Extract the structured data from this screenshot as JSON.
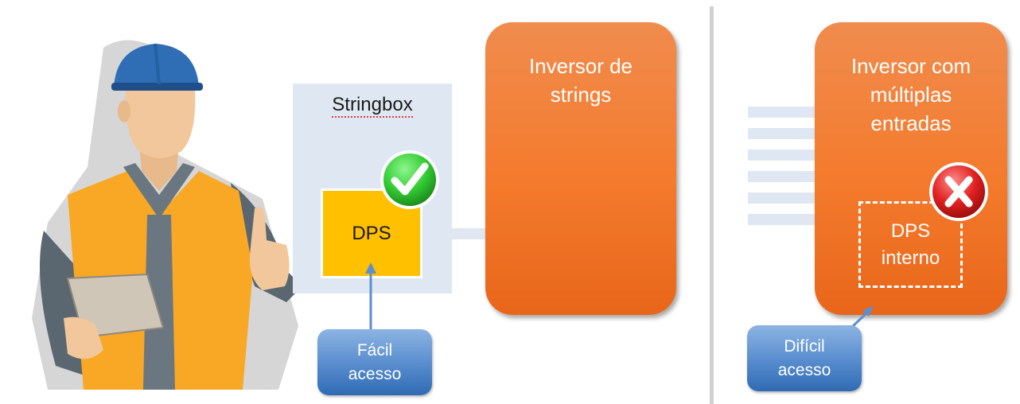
{
  "stringbox": {
    "title": "Stringbox",
    "dps_label": "DPS"
  },
  "inverter_strings": {
    "label": "Inversor de\nstrings"
  },
  "inverter_multi": {
    "label": "Inversor com\nmúltiplas\nentradas",
    "dps_label": "DPS\ninterno"
  },
  "callouts": {
    "easy": "Fácil\nacesso",
    "hard": "Difícil\nacesso"
  },
  "icons": {
    "ok": "check-icon",
    "fail": "cross-icon",
    "person": "worker-illustration"
  },
  "colors": {
    "orange": "#f47a2c",
    "dps_yellow": "#ffc000",
    "stringbox_bg": "#dfe8f2",
    "callout_blue": "#4f81bd",
    "check_green": "#33cc33",
    "cross_red": "#e02020"
  }
}
